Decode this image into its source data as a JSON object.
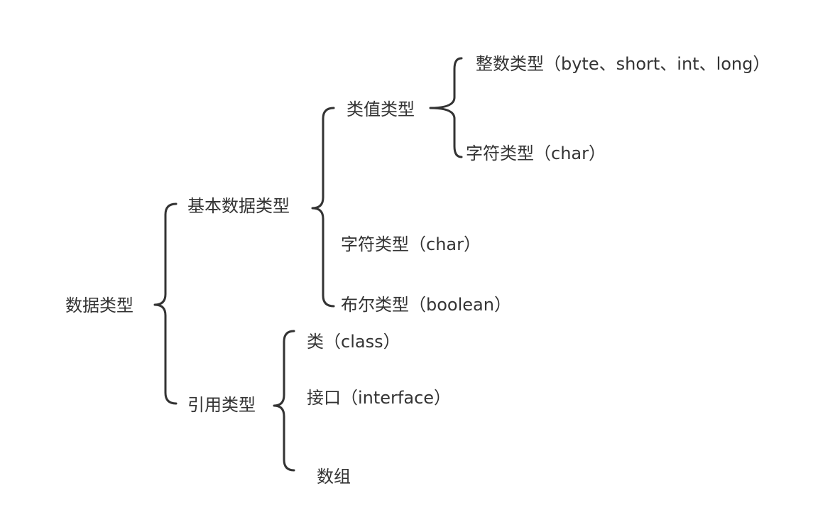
{
  "tree": {
    "root": "数据类型",
    "primitive": {
      "label": "基本数据类型",
      "numeric": {
        "label": "类值类型",
        "integer": "整数类型（byte、short、int、long）",
        "char": "字符类型（char）"
      },
      "char": "字符类型（char）",
      "boolean": "布尔类型（boolean）"
    },
    "reference": {
      "label": "引用类型",
      "class": "类（class）",
      "interface": "接口（interface）",
      "array": "数组"
    }
  },
  "colors": {
    "line": "#333333",
    "text": "#333333",
    "background": "#ffffff"
  }
}
